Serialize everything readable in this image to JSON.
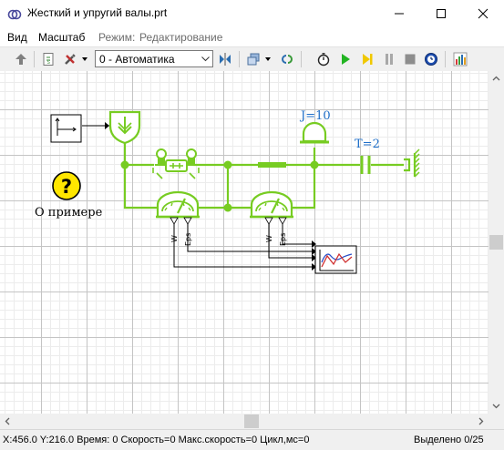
{
  "window": {
    "title": "Жесткий и упругий валы.prt",
    "minimize_glyph": "—",
    "maximize_glyph": "☐",
    "close_glyph": "✕"
  },
  "menu": {
    "view": "Вид",
    "scale": "Масштаб",
    "mode_label": "Режим:",
    "mode_value": "Редактирование"
  },
  "toolbar": {
    "combo_value": "0 - Автоматика",
    "icons": [
      "up-arrow-icon",
      "doc-icon",
      "tools-icon",
      "dropdown-icon",
      "flip-icon",
      "layers-icon",
      "dropdown-icon",
      "link-icon",
      "stopwatch-icon",
      "play-icon",
      "step-icon",
      "pause-icon",
      "stop-icon",
      "clock-icon",
      "chart-icon"
    ]
  },
  "diagram": {
    "j_label": "J=10",
    "t_label": "T=2",
    "about_label": "О примере",
    "help_glyph": "?",
    "sensor_ports": [
      "W",
      "Eps"
    ],
    "colors": {
      "element": "#77cc22",
      "element_fill": "#ffffff",
      "wire": "#000000",
      "label_blue": "#1e6ec8",
      "help_yellow": "#ffe600"
    }
  },
  "status": {
    "left": "X:456.0  Y:216.0 Время: 0 Скорость=0 Макс.скорость=0 Цикл,мс=0",
    "right": "Выделено 0/25"
  }
}
